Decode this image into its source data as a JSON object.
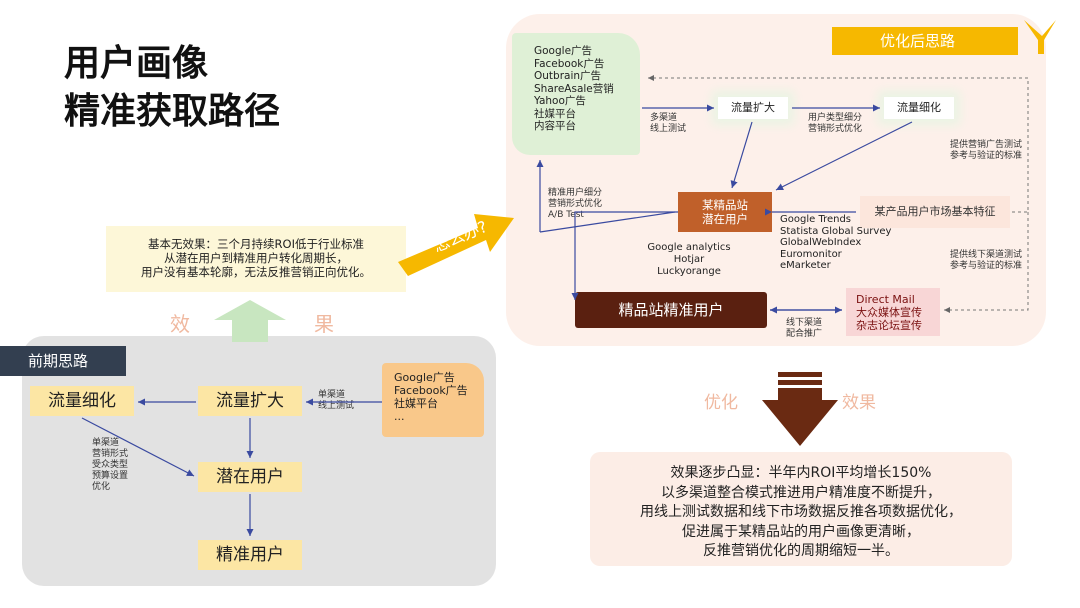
{
  "title": {
    "line1": "用户画像",
    "line2": "精准获取路径"
  },
  "problem": {
    "line1": "基本无效果：三个月持续ROI低于行业标准",
    "line2": "从潜在用户到精准用户转化周期长，",
    "line3": "用户没有基本轮廓，无法反推营销正向优化。"
  },
  "effect_left": {
    "char1": "效",
    "char2": "果"
  },
  "how_arrow": "怎么办?",
  "left_panel": {
    "tag": "前期思路",
    "traffic_refine": "流量细化",
    "traffic_expand": "流量扩大",
    "potential_users": "潜在用户",
    "precise_users": "精准用户",
    "single_channel": "单渠道\n线上测试",
    "refine_notes": [
      "单渠道",
      "营销形式",
      "受众类型",
      "预算设置",
      "优化"
    ],
    "sources": [
      "Google广告",
      "Facebook广告",
      "社媒平台",
      "..."
    ]
  },
  "right_panel": {
    "banner": "优化后思路",
    "sources": [
      "Google广告",
      "Facebook广告",
      "Outbrain广告",
      "ShareAsale营销",
      "Yahoo广告",
      "社媒平台",
      "内容平台"
    ],
    "multi_channel": "多渠道\n线上测试",
    "traffic_expand": "流量扩大",
    "user_type": "用户类型细分\n营销形式优化",
    "traffic_refine": "流量细化",
    "feedback_online": "提供营销广告测试\n参考与验证的标准",
    "segment_notes": "精准用户细分\n营销形式优化\nA/B Test",
    "site_box": "某精品站\n潜在用户",
    "feature_box": "某产品用户市场基本特征",
    "research": [
      "Google Trends",
      "Statista Global Survey",
      "GlobalWebIndex",
      "Euromonitor",
      "eMarketer"
    ],
    "analytics": [
      "Google analytics",
      "Hotjar",
      "Luckyorange"
    ],
    "feedback_offline": "提供线下渠道测试\n参考与验证的标准",
    "precise_box": "精品站精准用户",
    "direct": [
      "Direct Mail",
      "大众媒体宣传",
      "杂志论坛宣传"
    ],
    "offline": "线下渠道\n配合推广"
  },
  "bottom": {
    "optimize": "优化",
    "effect": "效果",
    "result_lines": [
      "效果逐步凸显：半年内ROI平均增长150%",
      "以多渠道整合模式推进用户精准度不断提升，",
      "用线上测试数据和线下市场数据反推各项数据优化，",
      "促进属于某精品站的用户画像更清晰，",
      "反推营销优化的周期缩短一半。"
    ]
  },
  "colors": {
    "accent_yellow": "#f6b800",
    "dark_brown": "#5a2010",
    "orange_brown": "#c0602a",
    "arrow_blue": "#3a4aa0",
    "green_arrow": "#c8e6c0",
    "navy_tag": "#333f50"
  },
  "icons": [
    "logo-y-icon",
    "up-arrow-icon",
    "down-arrow-icon",
    "how-arrow-icon"
  ]
}
